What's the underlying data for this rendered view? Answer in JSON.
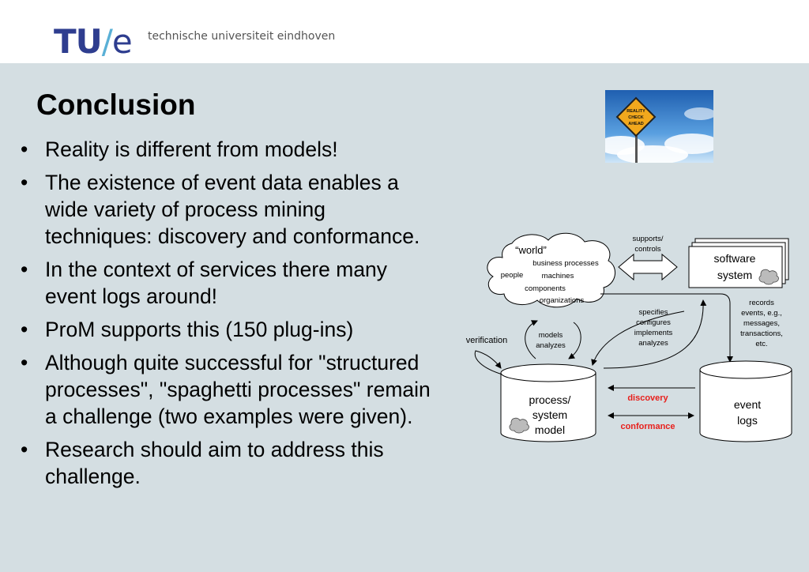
{
  "header": {
    "logo_tu": "TU",
    "logo_slash": "/",
    "logo_e": "e",
    "university": "technische universiteit eindhoven"
  },
  "slide": {
    "title": "Conclusion",
    "bullets": [
      "Reality is different from models!",
      "The existence of event data enables a wide variety of process mining techniques: discovery and conformance.",
      "In the context of services there many event logs around!",
      "ProM supports this (150 plug-ins)",
      "Although quite successful for \"structured processes\", \"spaghetti processes\" remain a challenge (two examples were given).",
      "Research should aim to address this challenge."
    ]
  },
  "image": {
    "sign_lines": [
      "REALITY",
      "CHECK",
      "AHEAD"
    ]
  },
  "diagram": {
    "world_title": "“world”",
    "world_items": [
      "business processes",
      "people",
      "machines",
      "components",
      "organizations"
    ],
    "supports_controls": [
      "supports/",
      "controls"
    ],
    "software_system": [
      "software",
      "system"
    ],
    "records": [
      "records",
      "events, e.g.,",
      "messages,",
      "transactions,",
      "etc."
    ],
    "specifies": [
      "specifies",
      "configures",
      "implements",
      "analyzes"
    ],
    "models_analyzes": [
      "models",
      "analyzes"
    ],
    "verification": "verification",
    "process_model": [
      "process/",
      "system",
      "model"
    ],
    "event_logs": [
      "event",
      "logs"
    ],
    "discovery": "discovery",
    "conformance": "conformance",
    "accent_color": "#e8201c"
  }
}
